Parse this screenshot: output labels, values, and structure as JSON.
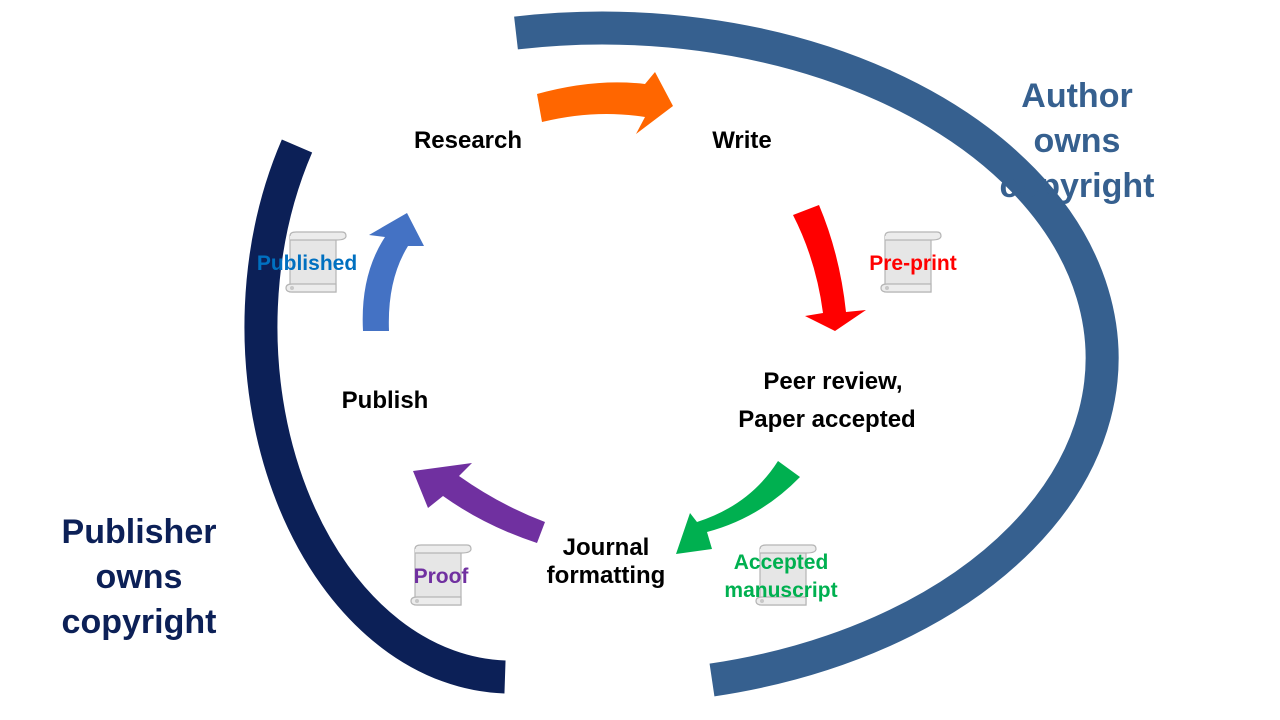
{
  "stages": {
    "research": "Research",
    "write": "Write",
    "peer_review_line1": "Peer review,",
    "peer_review_line2": "Paper accepted",
    "journal_line1": "Journal",
    "journal_line2": "formatting",
    "publish": "Publish"
  },
  "documents": {
    "preprint": "Pre-print",
    "accepted_line1": "Accepted",
    "accepted_line2": "manuscript",
    "proof": "Proof",
    "published": "Published"
  },
  "ownership": {
    "author": [
      "Author",
      "owns",
      "copyright"
    ],
    "publisher": [
      "Publisher",
      "owns",
      "copyright"
    ]
  },
  "colors": {
    "author_arc": "#36608f",
    "publisher_arc": "#0c2057",
    "research_to_write": "#ff6600",
    "write_to_review": "#ff0000",
    "review_to_journal": "#00b050",
    "journal_to_publish": "#7030a0",
    "publish_to_research": "#4472c4",
    "preprint_text": "#ff0000",
    "accepted_text": "#00b050",
    "proof_text": "#7030a0",
    "published_text": "#0070c0",
    "scroll_fill": "#e6e6e6",
    "scroll_stroke": "#b0b0b0"
  },
  "icons": {
    "document": "scroll-document-icon"
  }
}
